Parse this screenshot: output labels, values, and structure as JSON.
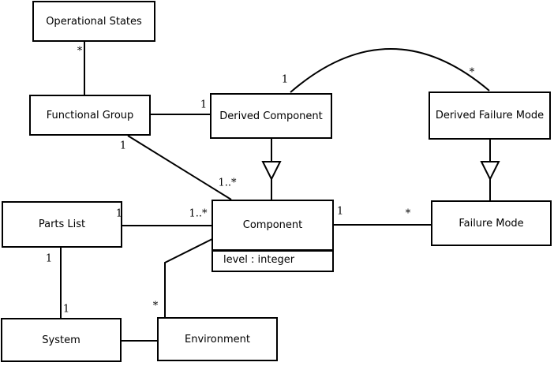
{
  "diagram": {
    "kind": "uml-class-diagram",
    "colors": {
      "background": "#ffffff",
      "line": "#000000",
      "text": "#000000"
    },
    "classes": {
      "operational_states": {
        "name": "Operational States"
      },
      "functional_group": {
        "name": "Functional Group"
      },
      "derived_component": {
        "name": "Derived Component"
      },
      "derived_failure_mode": {
        "name": "Derived Failure Mode"
      },
      "parts_list": {
        "name": "Parts List"
      },
      "component": {
        "name": "Component",
        "attribute": "level : integer"
      },
      "failure_mode": {
        "name": "Failure Mode"
      },
      "system": {
        "name": "System"
      },
      "environment": {
        "name": "Environment"
      }
    },
    "multiplicities": {
      "op_states_end": "*",
      "fg_dc_dc_end": "1",
      "fg_comp_fg_end": "1",
      "fg_comp_comp_end": "1..*",
      "arc_dc_end": "1",
      "arc_dfm_end": "*",
      "pl_comp_pl_end": "1",
      "pl_comp_comp_end": "1..*",
      "comp_fm_comp_end": "1",
      "comp_fm_fm_end": "*",
      "pl_sys_pl_end": "1",
      "pl_sys_sys_end": "1",
      "comp_env_env_end": "*"
    },
    "relationships": [
      {
        "from": "Operational States",
        "to": "Functional Group",
        "type": "association",
        "from_mult": "*"
      },
      {
        "from": "Functional Group",
        "to": "Derived Component",
        "type": "association",
        "to_mult": "1"
      },
      {
        "from": "Functional Group",
        "to": "Component",
        "type": "association",
        "from_mult": "1",
        "to_mult": "1..*"
      },
      {
        "from": "Derived Component",
        "to": "Derived Failure Mode",
        "type": "association-arc",
        "from_mult": "1",
        "to_mult": "*"
      },
      {
        "from": "Derived Component",
        "to": "Component",
        "type": "generalization"
      },
      {
        "from": "Derived Failure Mode",
        "to": "Failure Mode",
        "type": "generalization"
      },
      {
        "from": "Parts List",
        "to": "Component",
        "type": "association",
        "from_mult": "1",
        "to_mult": "1..*"
      },
      {
        "from": "Component",
        "to": "Failure Mode",
        "type": "association",
        "from_mult": "1",
        "to_mult": "*"
      },
      {
        "from": "Parts List",
        "to": "System",
        "type": "association",
        "from_mult": "1",
        "to_mult": "1"
      },
      {
        "from": "Component",
        "to": "Environment",
        "type": "association",
        "to_mult": "*"
      },
      {
        "from": "System",
        "to": "Environment",
        "type": "association"
      }
    ]
  }
}
